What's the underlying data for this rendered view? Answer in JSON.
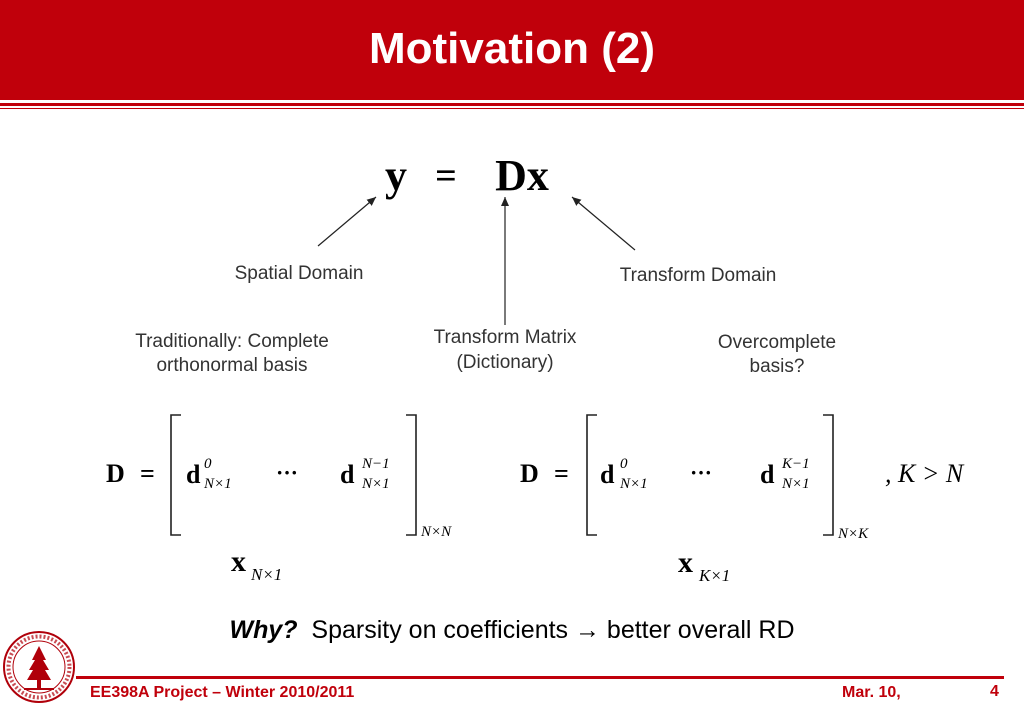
{
  "slide": {
    "title": "Motivation (2)",
    "equation": {
      "lhs": "y",
      "eq": "=",
      "rhs": "Dx"
    },
    "labels": {
      "spatial": "Spatial Domain",
      "transform_domain": "Transform Domain",
      "matrix_line1": "Transform Matrix",
      "matrix_line2": "(Dictionary)",
      "complete_line1": "Traditionally: Complete",
      "complete_line2": "orthonormal basis",
      "over_line1": "Overcomplete",
      "over_line2": "basis?"
    },
    "left_matrix": {
      "lhs": "D",
      "eq": "=",
      "d": "d",
      "first_sup": "0",
      "first_sub": "N×1",
      "dots": "···",
      "last_sup": "N−1",
      "last_sub": "N×1",
      "dims": "N×N",
      "x_base": "x",
      "x_sub": "N×1"
    },
    "right_matrix": {
      "lhs": "D",
      "eq": "=",
      "d": "d",
      "first_sup": "0",
      "first_sub": "N×1",
      "dots": "···",
      "last_sup": "K−1",
      "last_sub": "N×1",
      "dims": "N×K",
      "condition": ", K > N",
      "x_base": "x",
      "x_sub": "K×1"
    },
    "why": {
      "bold": "Why?",
      "rest": "  Sparsity on coefficients → better overall RD"
    }
  },
  "footer": {
    "course": "EE398A Project – Winter 2010/2011",
    "date": "Mar. 10,",
    "page": "4"
  },
  "colors": {
    "accent": "#c0000b"
  }
}
